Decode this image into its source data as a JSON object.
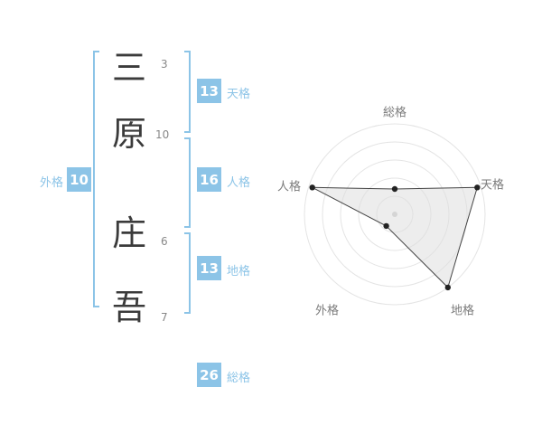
{
  "name_analysis": {
    "accent_color": "#8cc4e7",
    "characters": [
      {
        "char": "三",
        "strokes": "3"
      },
      {
        "char": "原",
        "strokes": "10"
      },
      {
        "char": "庄",
        "strokes": "6"
      },
      {
        "char": "吾",
        "strokes": "7"
      }
    ],
    "categories": {
      "tenkaku": {
        "value": "13",
        "label": "天格"
      },
      "jinkaku": {
        "value": "16",
        "label": "人格"
      },
      "chikaku": {
        "value": "13",
        "label": "地格"
      },
      "gaikaku": {
        "value": "10",
        "label": "外格"
      },
      "soukaku": {
        "value": "26",
        "label": "総格"
      }
    }
  },
  "chart_data": {
    "type": "radar",
    "title": "",
    "categories": [
      "総格",
      "天格",
      "地格",
      "外格",
      "人格"
    ],
    "values": [
      1.4,
      4.8,
      5,
      0.8,
      4.8
    ],
    "max": 5,
    "rings": 5,
    "grid": "circular",
    "legend": "none"
  }
}
